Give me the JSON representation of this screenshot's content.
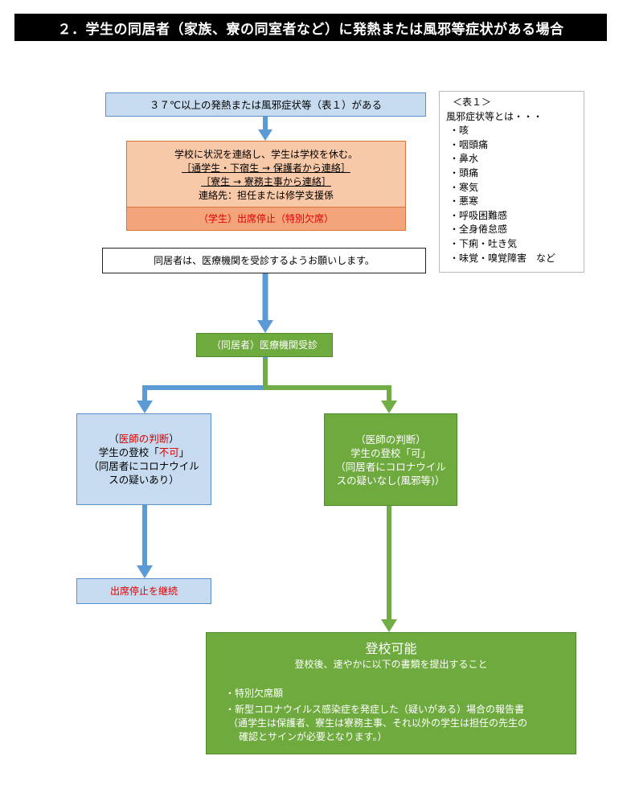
{
  "header": {
    "title": "２．学生の同居者（家族、寮の同室者など）に発熱または風邪等症状がある場合"
  },
  "flow": {
    "start": "３７℃以上の発熱または風邪症状等（表１）がある",
    "contact": {
      "line1": "学校に状況を連絡し、学生は学校を休む。",
      "line2": "［通学生・下宿生 → 保護者から連絡］",
      "line3": "［寮生 → 寮務主事から連絡］",
      "line4": "連絡先：担任または修学支援係"
    },
    "attendance_stop": "（学生）出席停止（特別欠席）",
    "request": "同居者は、医療機関を受診するようお願いします。",
    "visit": "（同居者）医療機関受診",
    "not_ok": {
      "line1_prefix": "（",
      "line1_red": "医師の判断",
      "line1_suffix": "）",
      "line2_prefix": "学生の登校「",
      "line2_red": "不可",
      "line2_suffix": "」",
      "line3": "（同居者にコロナウイル",
      "line4": "スの疑いあり）"
    },
    "ok": {
      "line1": "（医師の判断）",
      "line2": "学生の登校「可」",
      "line3": "（同居者にコロナウイル",
      "line4": "スの疑いなし(風邪等)）"
    },
    "continue": "出席停止を継続",
    "final": {
      "title": "登校可能",
      "subtitle": "登校後、速やかに以下の書類を提出すること",
      "item1": "・特別欠席願",
      "item2": "・新型コロナウイルス感染症を発症した（疑いがある）場合の報告書",
      "note1": "（通学生は保護者、寮生は寮務主事、それ以外の学生は担任の先生の",
      "note2": "確認とサインが必要となります。）"
    }
  },
  "table1": {
    "heading": "＜表１＞",
    "intro": "風邪症状等とは・・・",
    "items": [
      "・咳",
      "・咽頭痛",
      "・鼻水",
      "・頭痛",
      "・寒気",
      "・悪寒",
      "・呼吸困難感",
      "・全身倦怠感",
      "・下痢・吐き気",
      "・味覚・嗅覚障害　など"
    ]
  },
  "colors": {
    "blue_arrow": "#5b9bd5",
    "green_arrow": "#70ad47",
    "red_text": "#e00000"
  }
}
